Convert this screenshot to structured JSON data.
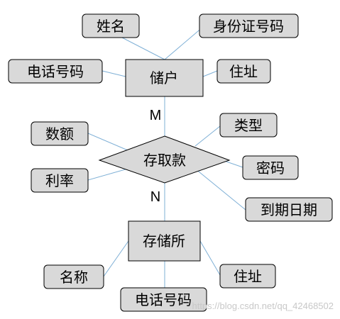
{
  "diagram": {
    "entities": {
      "customer": "储户",
      "bank": "存储所"
    },
    "relationship": {
      "name": "存取款",
      "card_customer": "M",
      "card_bank": "N"
    },
    "customer_attributes": {
      "name": "姓名",
      "id_number": "身份证号码",
      "phone": "电话号码",
      "address": "住址"
    },
    "relationship_attributes": {
      "amount": "数额",
      "rate": "利率",
      "type": "类型",
      "password": "密码",
      "maturity_date": "到期日期"
    },
    "bank_attributes": {
      "name": "名称",
      "phone": "电话号码",
      "address": "住址"
    }
  },
  "watermark": "https://blog.csdn.net/qq_42468502",
  "colors": {
    "fill": "#d9d9d9",
    "stroke": "#000000",
    "edge": "#7fb0d6"
  }
}
